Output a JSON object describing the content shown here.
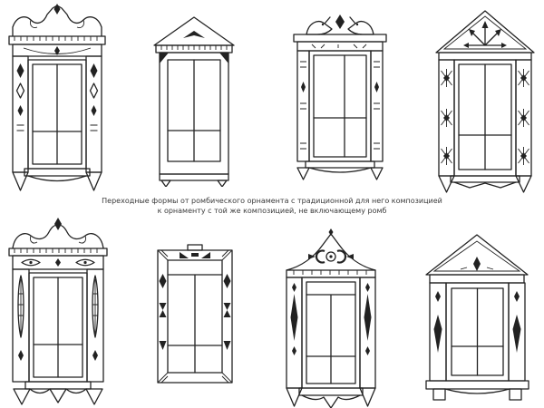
{
  "colors": {
    "background": "#ffffff",
    "ink": "#222222"
  },
  "caption": {
    "line1": "Переходные формы от ромбического орнамента с традиционной для него композицией",
    "line2": "к орнаменту с той же композицией, не включающему ромб"
  },
  "figures": [
    {
      "name": "window-frame-carved-crest-rhombus-columns"
    },
    {
      "name": "window-frame-triangular-pediment-dentils"
    },
    {
      "name": "window-frame-bird-pair-diamond-top"
    },
    {
      "name": "window-frame-pediment-fir-arrows-starburst-columns"
    },
    {
      "name": "window-frame-scroll-crest-eye-frieze-wheat-columns"
    },
    {
      "name": "window-frame-plain-rect-diamond-bowtie-ornaments"
    },
    {
      "name": "window-frame-ogee-pediment-scroll-motifs"
    },
    {
      "name": "window-frame-pediment-teardrop-columns-feet"
    }
  ]
}
